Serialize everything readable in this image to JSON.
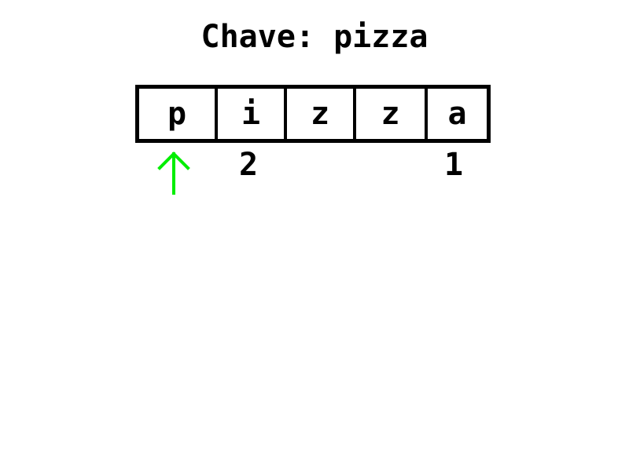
{
  "title": "Chave: pizza",
  "cells": [
    "p",
    "i",
    "z",
    "z",
    "a"
  ],
  "counts": {
    "i": "2",
    "a": "1"
  },
  "pointer": {
    "icon": "up-arrow-icon",
    "color": "#00ee00",
    "index": 0
  }
}
